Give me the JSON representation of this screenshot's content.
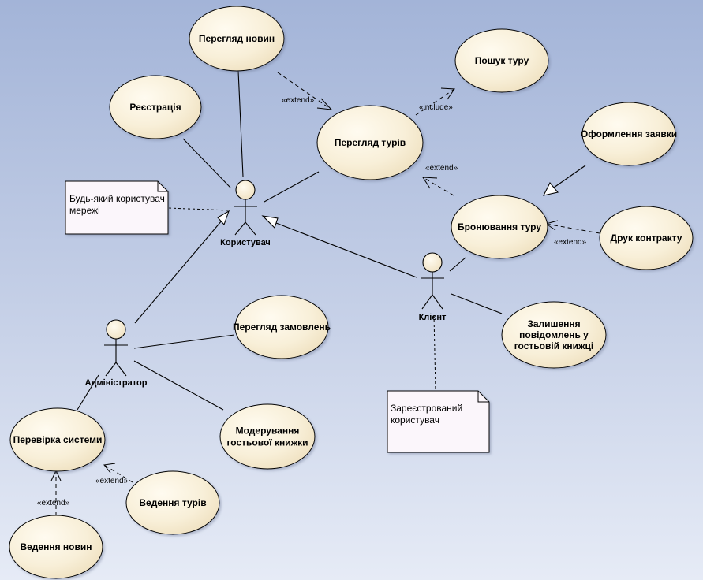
{
  "diagram": {
    "actors": {
      "korystuvach": "Користувач",
      "admin": "Адміністратор",
      "client": "Клієнт"
    },
    "use_cases": {
      "perehlyad_novyn": [
        "Перегляд новин"
      ],
      "reiestratsiia": [
        "Реєстрація"
      ],
      "poshuk_turu": [
        "Пошук туру"
      ],
      "perehlyad_turiv": [
        "Перегляд турів"
      ],
      "oformlennia": [
        "Оформлення заявки"
      ],
      "bronuvannia": [
        "Бронювання туру"
      ],
      "druk": [
        "Друк контракту"
      ],
      "zalyshennia": [
        "Залишення",
        "повідомлень у",
        "гостьовій книжці"
      ],
      "perehlyad_zamovlen": [
        "Перегляд замовлень"
      ],
      "moderuvannia": [
        "Модерування",
        "гостьової книжки"
      ],
      "perevirka": [
        "Перевірка системи"
      ],
      "vedennia_turiv": [
        "Ведення турів"
      ],
      "vedennia_novyn": [
        "Ведення новин"
      ]
    },
    "notes": {
      "any_user": [
        "Будь-який користувач",
        "мережі"
      ],
      "registered": [
        "Зареєстрований",
        "користувач"
      ]
    },
    "stereotypes": {
      "extend": "«extend»",
      "include": "«include»"
    }
  },
  "colors": {
    "usecase_fill_light": "#fefaee",
    "usecase_fill_dark": "#efe0bf",
    "stroke": "#000000",
    "note_fill": "#fbf6fb",
    "bg_top": "#a3b4d8",
    "bg_bottom": "#e6ebf6"
  }
}
